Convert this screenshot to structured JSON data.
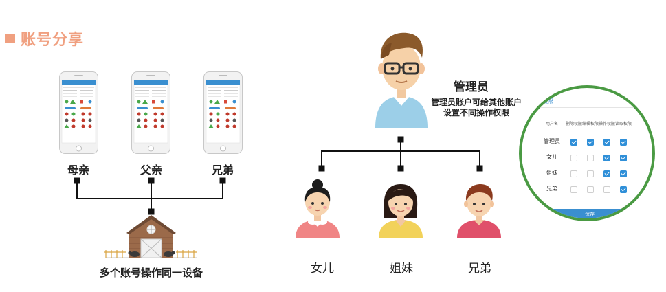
{
  "section_title": "账号分享",
  "devices": [
    {
      "label": "母亲"
    },
    {
      "label": "父亲"
    },
    {
      "label": "兄弟"
    }
  ],
  "farm_caption": "多个账号操作同一设备",
  "manager": {
    "title": "管理员",
    "desc_line1": "管理员账户可给其他账户",
    "desc_line2": "设置不同操作权限"
  },
  "members": [
    {
      "label": "女儿"
    },
    {
      "label": "姐妹"
    },
    {
      "label": "兄弟"
    }
  ],
  "permission_panel": {
    "header": "操作权限",
    "columns": [
      "用户名",
      "删除权限",
      "编辑权限",
      "操作权限",
      "读取权限"
    ],
    "rows": [
      {
        "name": "管理员",
        "perms": [
          true,
          true,
          true,
          true
        ]
      },
      {
        "name": "女儿",
        "perms": [
          false,
          false,
          true,
          true
        ]
      },
      {
        "name": "姐妹",
        "perms": [
          false,
          false,
          true,
          true
        ]
      },
      {
        "name": "兄弟",
        "perms": [
          false,
          false,
          false,
          true
        ]
      }
    ],
    "save_label": "保存"
  },
  "colors": {
    "title_accent": "#f0a080",
    "circle_border": "#4a9a43",
    "checkbox_on": "#2f8fd8",
    "save_button": "#3a8fd0"
  }
}
